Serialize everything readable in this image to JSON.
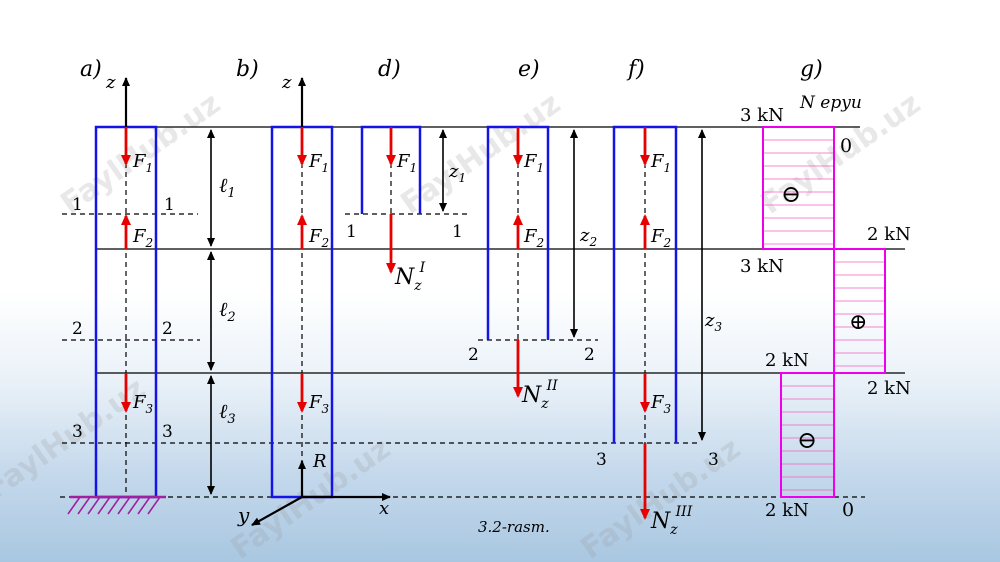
{
  "watermark": "FaylHub.uz",
  "caption": "3.2-rasm.",
  "panels": {
    "a": "a)",
    "b": "b)",
    "d": "d)",
    "e": "e)",
    "f": "f)",
    "g": "g)"
  },
  "axes": {
    "z": "z",
    "x": "x",
    "y": "y"
  },
  "forces": {
    "F": "F",
    "sub1": "1",
    "sub2": "2",
    "sub3": "3",
    "R": "R"
  },
  "internal": {
    "N": "N",
    "z": "z",
    "I": "I",
    "II": "II",
    "III": "III"
  },
  "sections": {
    "s1": "1",
    "s2": "2",
    "s3": "3"
  },
  "lengths": {
    "l": "ℓ",
    "l1": "1",
    "l2": "2",
    "l3": "3"
  },
  "coords": {
    "z": "z",
    "z1": "1",
    "z2": "2",
    "z3": "3"
  },
  "diagram": {
    "title": "N epyu",
    "values": {
      "top_left": "3 kN",
      "top_zero": "0",
      "mid1_right": "2 kN",
      "mid1_left": "3 kN",
      "mid2_left": "2 kN",
      "mid2_right": "2 kN",
      "bottom_left": "2 kN",
      "bottom_zero": "0"
    },
    "signs": {
      "minus": "⊖",
      "plus": "⊕"
    }
  },
  "colors": {
    "bar": "#1414e6",
    "force": "#e60000",
    "epure": "#ee00ee",
    "hatch": "#f060c0"
  }
}
